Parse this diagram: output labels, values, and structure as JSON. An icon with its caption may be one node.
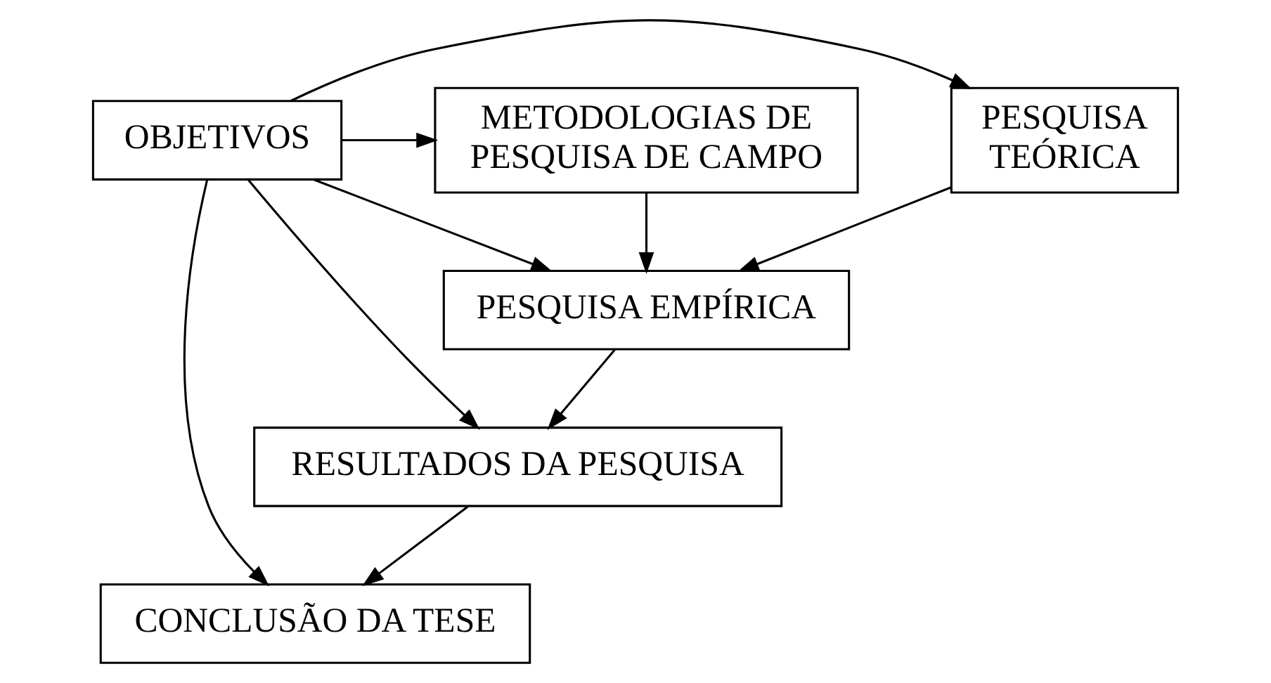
{
  "diagram": {
    "nodes": [
      {
        "text": [
          "OBJETIVOS"
        ]
      },
      {
        "text": [
          "METODOLOGIAS DE PESQUISA DE CAMPO"
        ]
      },
      {
        "text": [
          "PESQUISA TEÓRICA"
        ]
      },
      {
        "text": [
          "PESQUISA EMPÍRICA"
        ]
      },
      {
        "text": [
          "RESULTADOS DA PESQUISA"
        ]
      },
      {
        "text": [
          "CONCLUSÃO DA TESE"
        ]
      }
    ],
    "edges": [
      {
        "from": 0,
        "to": 1,
        "arrow": "to"
      },
      {
        "from": 0,
        "to": 2,
        "arrow": "to"
      },
      {
        "from": 0,
        "to": 3,
        "arrow": "to"
      },
      {
        "from": 0,
        "to": 4,
        "arrow": "to"
      },
      {
        "from": 0,
        "to": 5,
        "arrow": "to"
      },
      {
        "from": 2,
        "to": 3,
        "arrow": "to"
      },
      {
        "from": 1,
        "to": 3,
        "arrow": "to"
      },
      {
        "from": 3,
        "to": 4,
        "arrow": "to"
      },
      {
        "from": 4,
        "to": 5,
        "arrow": "to"
      }
    ]
  }
}
